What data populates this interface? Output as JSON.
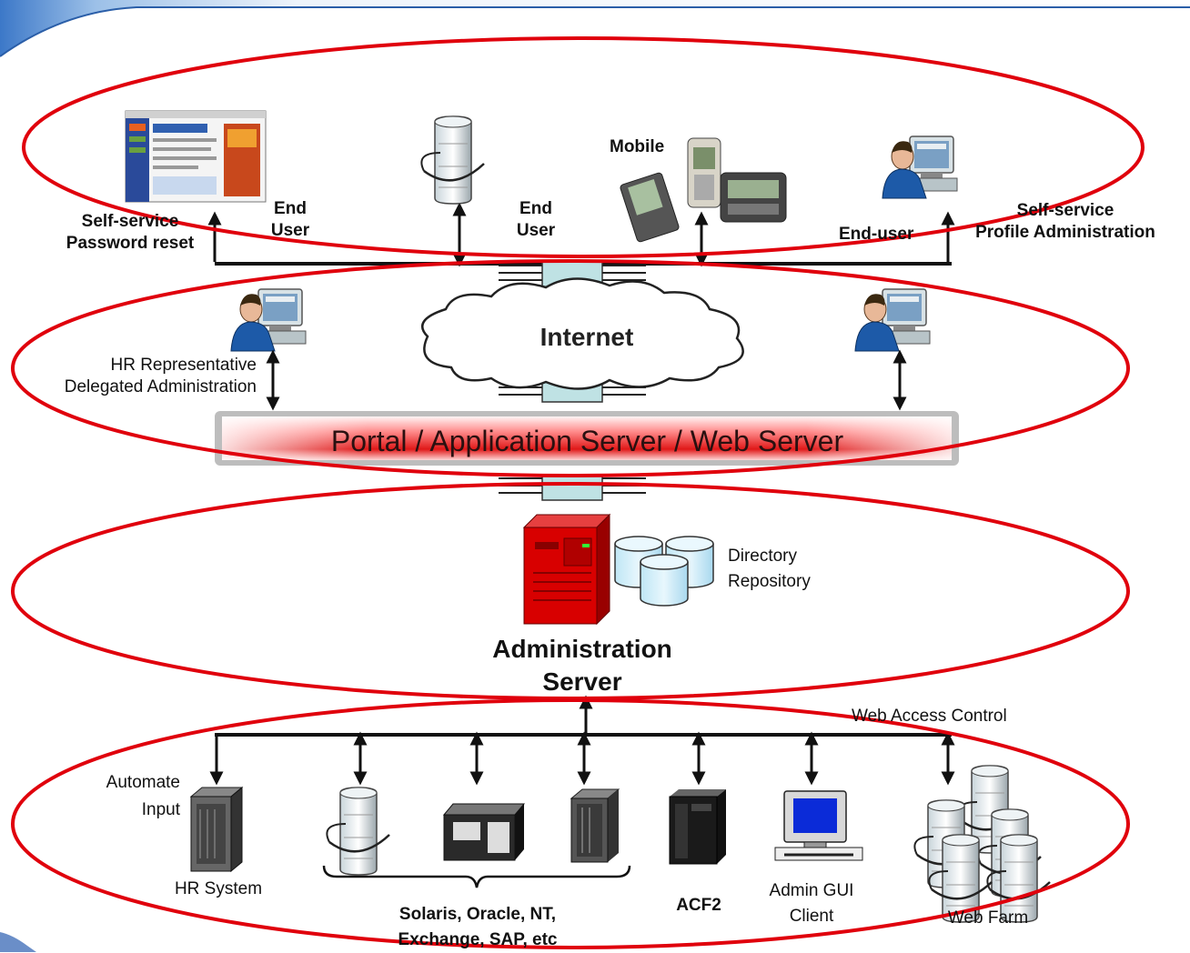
{
  "diagram": {
    "top_users": {
      "self_service_password": [
        "Self-service",
        "Password reset"
      ],
      "end_user_1": [
        "End",
        "User"
      ],
      "end_user_2": [
        "End",
        "User"
      ],
      "mobile": "Mobile",
      "end_user_3": "End-user",
      "self_service_profile": [
        "Self-service",
        "Profile Administration"
      ]
    },
    "network": {
      "internet": "Internet",
      "hr_rep": [
        "HR Representative",
        "Delegated Administration"
      ],
      "portal": "Portal / Application Server / Web Server"
    },
    "admin": {
      "directory": [
        "Directory",
        "Repository"
      ],
      "server": [
        "Administration",
        "Server"
      ]
    },
    "backend": {
      "web_access_control": "Web Access Control",
      "automate_input": [
        "Automate",
        "Input"
      ],
      "hr_system": "HR System",
      "solaris_group": [
        "Solaris, Oracle, NT,",
        "Exchange, SAP, etc"
      ],
      "acf2": "ACF2",
      "admin_gui": [
        "Admin GUI",
        "Client"
      ],
      "web_farm": "Web Farm"
    },
    "colors": {
      "ellipse": "#e0000c",
      "portal_bar": "#e02020",
      "server_red": "#cc0000",
      "header_blue": "#5a8ed0",
      "firewall": "#b9dde0"
    },
    "icons": [
      "browser-screenshot-icon",
      "server-tower-icon",
      "mobile-devices-icon",
      "user-at-computer-icon",
      "cloud-icon",
      "firewall-icon",
      "red-server-icon",
      "database-cylinders-icon",
      "mainframe-icon",
      "printer-icon",
      "workstation-icon",
      "server-farm-icon"
    ]
  }
}
